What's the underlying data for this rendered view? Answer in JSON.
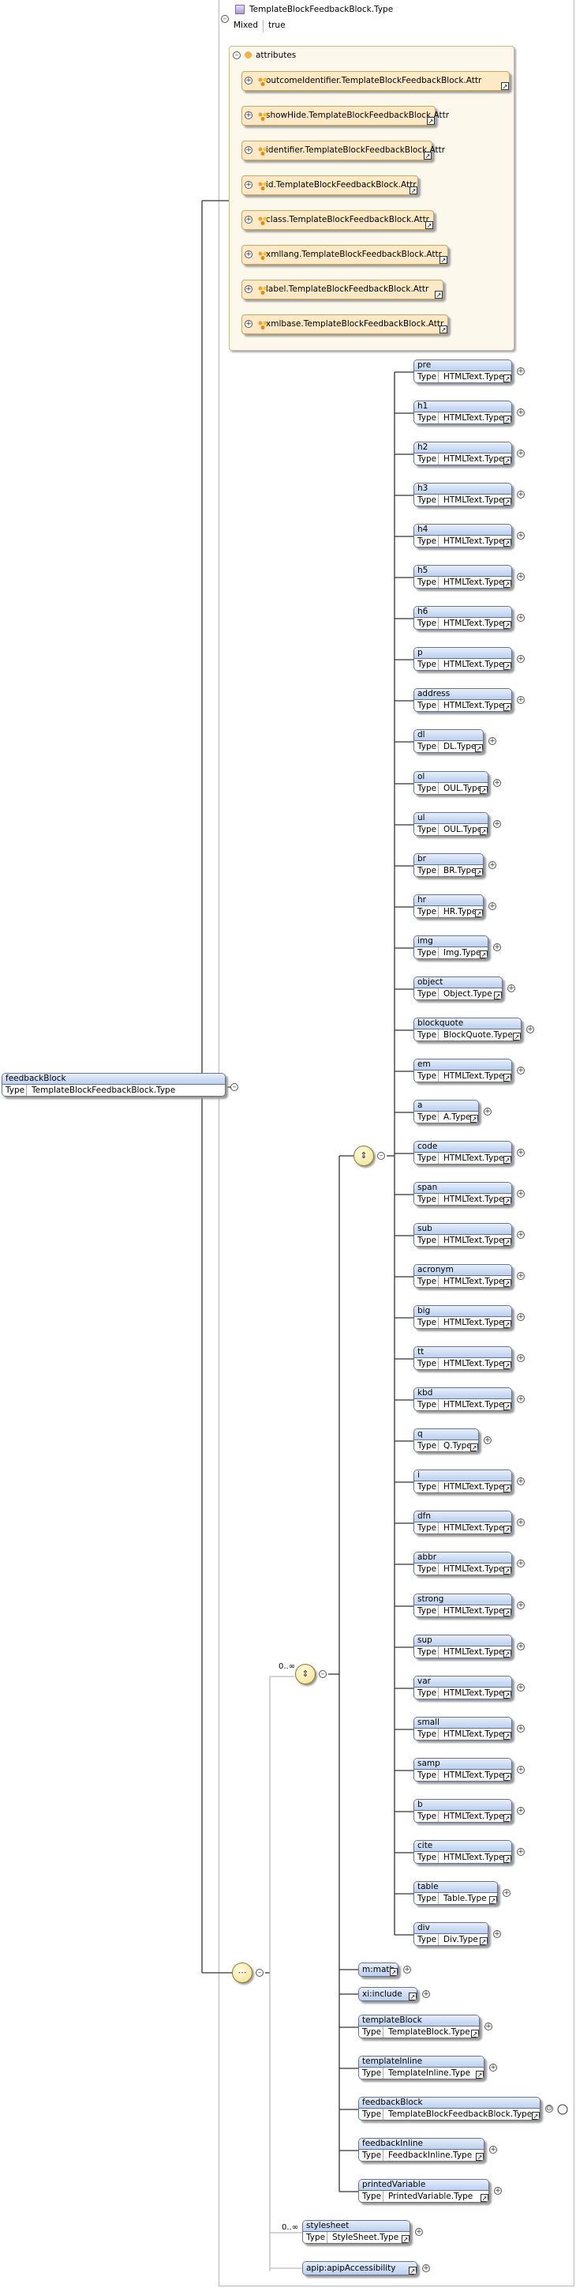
{
  "header": {
    "type_name": "TemplateBlockFeedbackBlock.Type",
    "mixed_label": "Mixed",
    "mixed_value": "true"
  },
  "attributes": {
    "title": "attributes",
    "items": [
      "outcomeIdentifier.TemplateBlockFeedbackBlock.Attr",
      "showHide.TemplateBlockFeedbackBlock.Attr",
      "identifier.TemplateBlockFeedbackBlock.Attr",
      "id.TemplateBlockFeedbackBlock.Attr",
      "class.TemplateBlockFeedbackBlock.Attr",
      "xmllang.TemplateBlockFeedbackBlock.Attr",
      "label.TemplateBlockFeedbackBlock.Attr",
      "xmlbase.TemplateBlockFeedbackBlock.Attr"
    ]
  },
  "root": {
    "name": "feedbackBlock",
    "type_label": "Type",
    "type": "TemplateBlockFeedbackBlock.Type"
  },
  "type_label": "Type",
  "choice_elements": [
    {
      "name": "pre",
      "type": "HTMLText.Type"
    },
    {
      "name": "h1",
      "type": "HTMLText.Type"
    },
    {
      "name": "h2",
      "type": "HTMLText.Type"
    },
    {
      "name": "h3",
      "type": "HTMLText.Type"
    },
    {
      "name": "h4",
      "type": "HTMLText.Type"
    },
    {
      "name": "h5",
      "type": "HTMLText.Type"
    },
    {
      "name": "h6",
      "type": "HTMLText.Type"
    },
    {
      "name": "p",
      "type": "HTMLText.Type"
    },
    {
      "name": "address",
      "type": "HTMLText.Type"
    },
    {
      "name": "dl",
      "type": "DL.Type"
    },
    {
      "name": "ol",
      "type": "OUL.Type"
    },
    {
      "name": "ul",
      "type": "OUL.Type"
    },
    {
      "name": "br",
      "type": "BR.Type"
    },
    {
      "name": "hr",
      "type": "HR.Type"
    },
    {
      "name": "img",
      "type": "Img.Type"
    },
    {
      "name": "object",
      "type": "Object.Type"
    },
    {
      "name": "blockquote",
      "type": "BlockQuote.Type"
    },
    {
      "name": "em",
      "type": "HTMLText.Type"
    },
    {
      "name": "a",
      "type": "A.Type"
    },
    {
      "name": "code",
      "type": "HTMLText.Type"
    },
    {
      "name": "span",
      "type": "HTMLText.Type"
    },
    {
      "name": "sub",
      "type": "HTMLText.Type"
    },
    {
      "name": "acronym",
      "type": "HTMLText.Type"
    },
    {
      "name": "big",
      "type": "HTMLText.Type"
    },
    {
      "name": "tt",
      "type": "HTMLText.Type"
    },
    {
      "name": "kbd",
      "type": "HTMLText.Type"
    },
    {
      "name": "q",
      "type": "Q.Type"
    },
    {
      "name": "i",
      "type": "HTMLText.Type"
    },
    {
      "name": "dfn",
      "type": "HTMLText.Type"
    },
    {
      "name": "abbr",
      "type": "HTMLText.Type"
    },
    {
      "name": "strong",
      "type": "HTMLText.Type"
    },
    {
      "name": "sup",
      "type": "HTMLText.Type"
    },
    {
      "name": "var",
      "type": "HTMLText.Type"
    },
    {
      "name": "small",
      "type": "HTMLText.Type"
    },
    {
      "name": "samp",
      "type": "HTMLText.Type"
    },
    {
      "name": "b",
      "type": "HTMLText.Type"
    },
    {
      "name": "cite",
      "type": "HTMLText.Type"
    },
    {
      "name": "table",
      "type": "Table.Type"
    },
    {
      "name": "div",
      "type": "Div.Type"
    }
  ],
  "single_elements": [
    {
      "name": "m:math"
    },
    {
      "name": "xi:include"
    }
  ],
  "template_elements": [
    {
      "name": "templateBlock",
      "type": "TemplateBlock.Type"
    },
    {
      "name": "templateInline",
      "type": "TemplateInline.Type"
    },
    {
      "name": "feedbackBlock",
      "type": "TemplateBlockFeedbackBlock.Type"
    },
    {
      "name": "feedbackInline",
      "type": "FeedbackInline.Type"
    },
    {
      "name": "printedVariable",
      "type": "PrintedVariable.Type"
    }
  ],
  "tail_elements": [
    {
      "name": "stylesheet",
      "type": "StyleSheet.Type"
    },
    {
      "name": "apip:apipAccessibility"
    }
  ],
  "occurrence": "0..∞"
}
